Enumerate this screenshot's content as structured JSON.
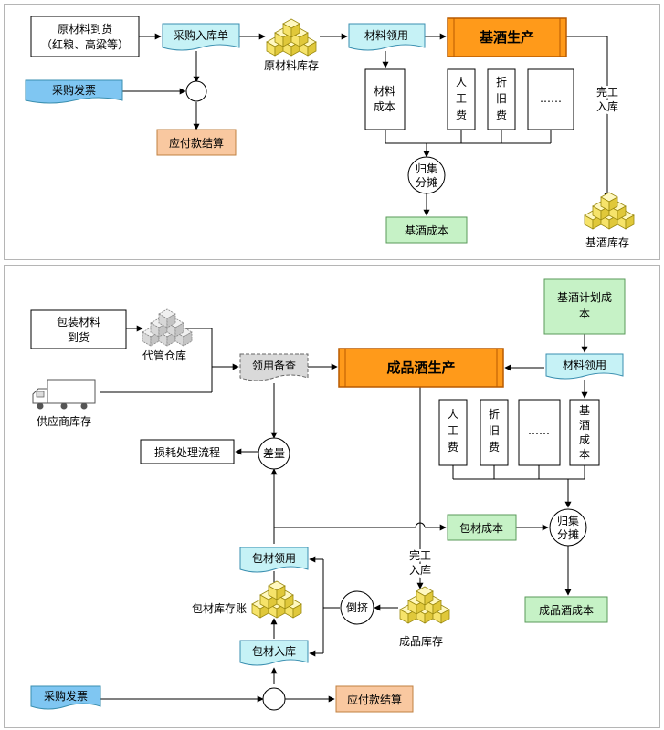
{
  "colors": {
    "doc_fill": "#c6f2f6",
    "doc_stroke": "#3a8fb0",
    "invoice_fill": "#7fc6f2",
    "green_fill": "#c6f2c6",
    "green_stroke": "#5a9a5a",
    "salmon_fill": "#f9c8a0",
    "salmon_stroke": "#c08040",
    "production_fill": "#ff9a1a",
    "production_stroke": "#b85a00",
    "warehouse_fill": "#f6e36a",
    "warehouse_stroke": "#9c8a10",
    "grey_box_fill": "#d9d9d9",
    "line": "#000000"
  },
  "top": {
    "raw_material_arrival": [
      "原材料到货",
      "（红粮、高粱等）"
    ],
    "purchase_receipt": "采购入库单",
    "raw_material_stock": "原材料库存",
    "material_requisition": "材料领用",
    "base_liquor_production": "基酒生产",
    "purchase_invoice": "采购发票",
    "accounts_payable": "应付款结算",
    "cost_items": [
      [
        "材料",
        "成本"
      ],
      [
        "人",
        "工",
        "费"
      ],
      [
        "折",
        "旧",
        "费"
      ],
      [
        "……"
      ]
    ],
    "completion_label": [
      "完工",
      "入库"
    ],
    "collect_allocate": [
      "归集",
      "分摊"
    ],
    "base_liquor_cost": "基酒成本",
    "base_liquor_stock": "基酒库存"
  },
  "bottom": {
    "packaging_arrival": [
      "包装材料",
      "到货"
    ],
    "consigned_warehouse": "代管仓库",
    "supplier_stock": "供应商库存",
    "requisition_check": "领用备查",
    "finished_liquor_production": "成品酒生产",
    "base_liquor_plan_cost": [
      "基酒计划成",
      "本"
    ],
    "material_requisition": "材料领用",
    "cost_items": [
      [
        "人",
        "工",
        "费"
      ],
      [
        "折",
        "旧",
        "费"
      ],
      [
        "……"
      ],
      [
        "基",
        "酒",
        "成",
        "本"
      ]
    ],
    "loss_process": "损耗处理流程",
    "difference": "差量",
    "packaging_cost": "包材成本",
    "collect_allocate": [
      "归集",
      "分摊"
    ],
    "completion_label": [
      "完工",
      "入库"
    ],
    "packaging_requisition": "包材领用",
    "packaging_stock_ledger": "包材库存账",
    "backflush": "倒挤",
    "finished_goods_stock": "成品库存",
    "finished_liquor_cost": "成品酒成本",
    "packaging_receipt": "包材入库",
    "purchase_invoice": "采购发票",
    "accounts_payable": "应付款结算"
  }
}
